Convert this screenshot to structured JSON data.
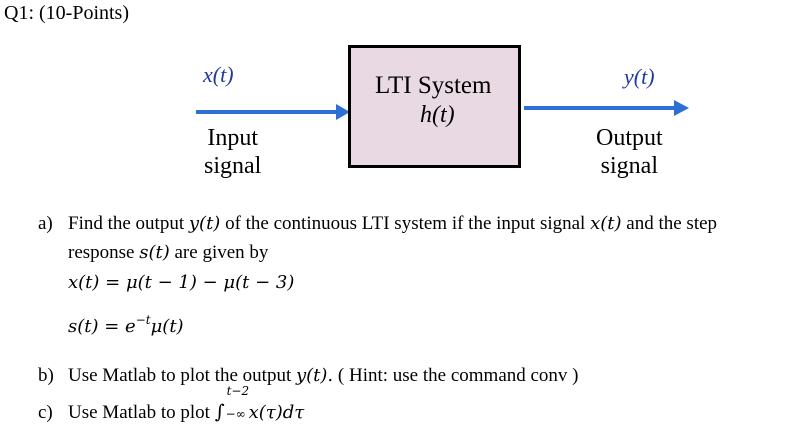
{
  "title": "Q1: (10-Points)",
  "diagram": {
    "input_signal_symbol": "x(t)",
    "output_signal_symbol": "y(t)",
    "system_title": "LTI System",
    "system_impulse": "h(t)",
    "input_label_line1": "Input",
    "input_label_line2": "signal",
    "output_label_line1": "Output",
    "output_label_line2": "signal",
    "colors": {
      "arrow": "#2e6fd6",
      "box_fill": "#e9d9e2",
      "signal_symbol": "#1f3a99"
    }
  },
  "questions": {
    "a": {
      "letter": "a)",
      "text_part1": "Find the output",
      "sym_y": "y(t)",
      "text_part2": "of the continuous LTI system if the input signal",
      "sym_x": "x(t)",
      "text_part3": "and the step",
      "text_line2_part1": "response",
      "sym_s": "s(t)",
      "text_line2_part2": "are given by",
      "eq1": "x(t) = μ(t − 1) − μ(t − 3)",
      "eq2_base": "s(t) = e",
      "eq2_sup": "−t",
      "eq2_rest": "μ(t)"
    },
    "b": {
      "letter": "b)",
      "text_part1": "Use Matlab to plot the output",
      "sym_y": "y(t).",
      "text_part2": "( Hint: use the command conv )"
    },
    "c": {
      "letter": "c)",
      "text_part1": "Use Matlab to plot",
      "integral_sign": "∫",
      "upper_limit": "t−2",
      "lower_limit": "−∞",
      "integrand": "x(τ)dτ"
    }
  }
}
